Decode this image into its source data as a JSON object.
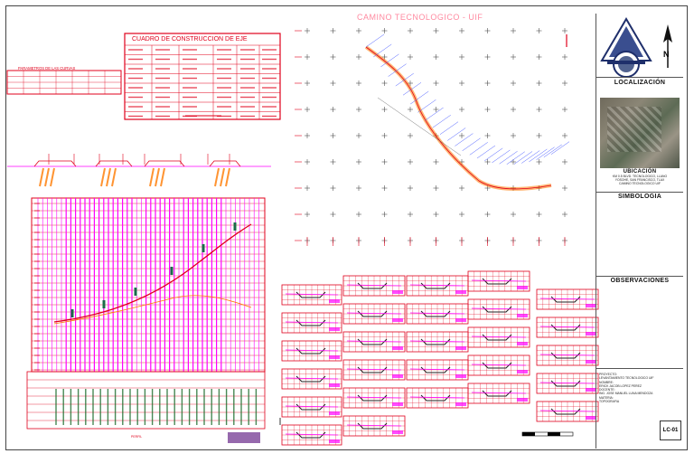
{
  "sheet": {
    "road_title": "CAMINO TECNOLOGICO - UIF",
    "table_small_title": "PARAMETROS DE LAS CURVAS",
    "table_large_title": "CUADRO DE CONSTRUCCION DE EJE",
    "profile_caption": "PERFIL"
  },
  "title_block": {
    "location_heading": "LOCALIZACIÓN",
    "site_caption": "UBICACIÓN",
    "address_lines": [
      "KM 0.5 BLVD. TECNOLOGICO, LLANO",
      "YOSOHE, SAN FRANCISCO, TLAX",
      "CAMINO TECNOLOGICO UIF"
    ],
    "symbology_heading": "SIMBOLOGIA",
    "observations_heading": "OBSERVACIONES",
    "info_lines": [
      "PROYECTO:",
      "LEVANTAMIENTO TECNOLOGICO UIF",
      "NOMBRE:",
      "ERICK JACOB LOPEZ PEREZ",
      "DOCENTE:",
      "ING. JOSE MANUEL LUNA MENDOZA",
      "MATERIA:",
      "TOPOGRAFIA"
    ],
    "sheet_number": "LC-01"
  },
  "colors": {
    "red": "#e0001b",
    "magenta": "#ff00ff",
    "orange": "#ff7a00",
    "blue": "#4a5cff",
    "green": "#1b6b2a"
  }
}
